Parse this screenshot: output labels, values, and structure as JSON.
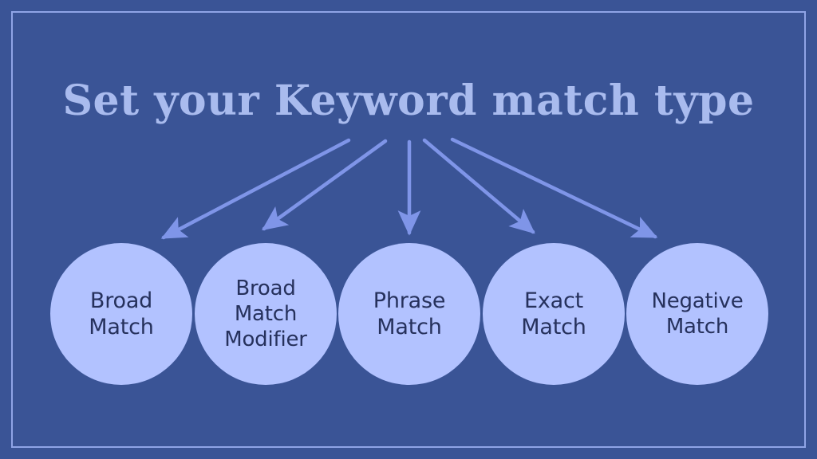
{
  "slide": {
    "background_color": "#3a5496",
    "frame_color": "#8fa4e6",
    "title": "Set your Keyword match type",
    "title_color": "#a9bbee",
    "accent_color": "#7f95e8",
    "circle_fill": "#b2c2ff",
    "circle_text_color": "#26315c"
  },
  "nodes": [
    {
      "label": "Broad\nMatch",
      "lines": [
        "Broad",
        "Match"
      ]
    },
    {
      "label": "Broad\nMatch\nModifier",
      "lines": [
        "Broad",
        "Match",
        "Modifier"
      ]
    },
    {
      "label": "Phrase\nMatch",
      "lines": [
        "Phrase",
        "Match"
      ]
    },
    {
      "label": "Exact\nMatch",
      "lines": [
        "Exact",
        "Match"
      ]
    },
    {
      "label": "Negative\nMatch",
      "lines": [
        "Negative",
        "Match"
      ]
    }
  ],
  "connectors": [
    {
      "from": "title",
      "to": "Broad Match"
    },
    {
      "from": "title",
      "to": "Broad Match Modifier"
    },
    {
      "from": "title",
      "to": "Phrase Match"
    },
    {
      "from": "title",
      "to": "Exact Match"
    },
    {
      "from": "title",
      "to": "Negative Match"
    }
  ],
  "chart_data": {
    "type": "diagram",
    "subtype": "fan-out",
    "title": "Set your Keyword match type",
    "root": "Set your Keyword match type",
    "children": [
      "Broad Match",
      "Broad Match Modifier",
      "Phrase Match",
      "Exact Match",
      "Negative Match"
    ],
    "node_count": 5,
    "edge_count": 5
  }
}
